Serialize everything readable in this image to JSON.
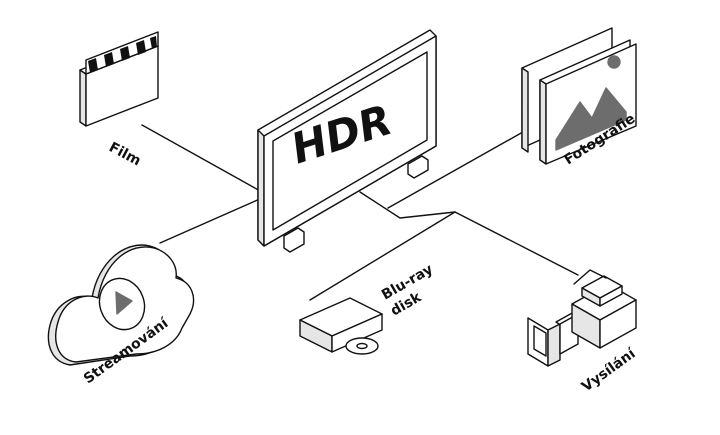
{
  "center": {
    "label": "HDR"
  },
  "nodes": {
    "film": {
      "label": "Film"
    },
    "fotografie": {
      "label": "Fotografie"
    },
    "streaming": {
      "label": "Streamování"
    },
    "bluray": {
      "line1": "Blu-ray",
      "line2": "disk"
    },
    "vysilani": {
      "label": "Vysílání"
    }
  },
  "colors": {
    "stroke": "#111111",
    "fill": "#ffffff",
    "shade": "#e6e6e6",
    "dark": "#6d6d6d"
  },
  "icons": [
    "tv-icon",
    "clapperboard-icon",
    "photo-icon",
    "cloud-play-icon",
    "disc-player-icon",
    "tv-camera-icon"
  ]
}
